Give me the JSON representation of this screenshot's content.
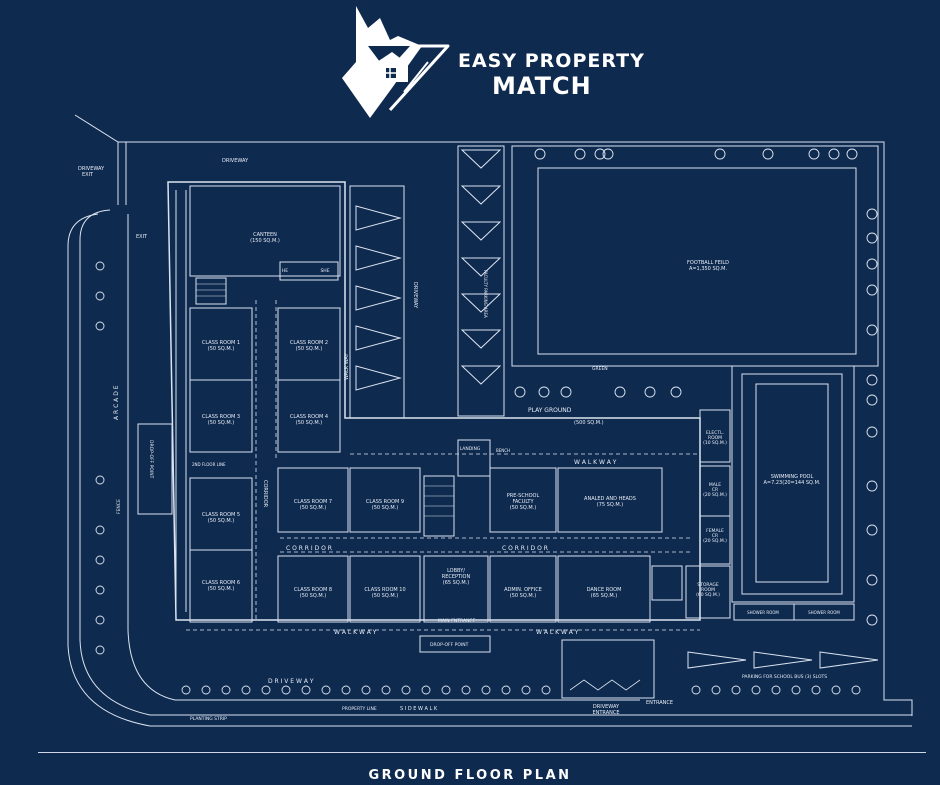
{
  "brand": {
    "line1": "EASY PROPERTY",
    "line2": "MATCH",
    "color": "#ffffff",
    "background": "#0f2a4f"
  },
  "caption": "GROUND FLOOR PLAN",
  "rooms": {
    "canteen": [
      "CANTEEN",
      "(150 SQ.M.)"
    ],
    "football": [
      "FOOTBALL FEILD",
      "A=1,350 SQ.M."
    ],
    "class1": [
      "CLASS ROOM 1",
      "(50 SQ.M.)"
    ],
    "class2": [
      "CLASS ROOM 2",
      "(50 SQ.M.)"
    ],
    "class3": [
      "CLASS ROOM 3",
      "(50 SQ.M.)"
    ],
    "class4": [
      "CLASS ROOM 4",
      "(50 SQ.M.)"
    ],
    "class5": [
      "CLASS ROOM 5",
      "(50 SQ.M.)"
    ],
    "class6": [
      "CLASS ROOM 6",
      "(50 SQ.M.)"
    ],
    "class7": [
      "CLASS ROOM 7",
      "(50 SQ.M.)"
    ],
    "class8": [
      "CLASS ROOM 8",
      "(50 SQ.M.)"
    ],
    "class9": [
      "CLASS ROOM 9",
      "(50 SQ.M.)"
    ],
    "class10": [
      "CLASS ROOM 10",
      "(50 SQ.M.)"
    ],
    "playground": [
      "PLAY GROUND",
      "(500 SQ.M.)"
    ],
    "preschool": [
      "PRE-SCHOOL",
      "FACULTY",
      "(50 SQ.M.)"
    ],
    "analed": [
      "ANALED AND HEADS",
      "(75 SQ.M.)"
    ],
    "lobby": [
      "LOBBY/",
      "RECEPTION",
      "(65 SQ.M.)"
    ],
    "admin": [
      "ADMIN. OFFICE",
      "(50 SQ.M.)"
    ],
    "dance": [
      "DANCE ROOM",
      "(65 SQ.M.)"
    ],
    "electl": [
      "ELECTL.",
      "ROOM",
      "(10 SQ.M.)"
    ],
    "malecr": [
      "MALE",
      "CR",
      "(20 SQ.M.)"
    ],
    "femalecr": [
      "FEMALE",
      "CR",
      "(20 SQ.M.)"
    ],
    "storage": [
      "STORAGE",
      "ROOM",
      "(60 SQ.M.)"
    ],
    "pool": [
      "SWIMMING POOL",
      "A=7.23(20=144 SQ.M."
    ]
  },
  "labels": {
    "driveway_exit": [
      "DRIVEWAY",
      "EXIT"
    ],
    "driveway_top": "DRIVEWAY",
    "driveway_mid": "DRIVEWAY",
    "driveway_bottom": "D R I V E W A Y",
    "driveway_entrance": [
      "DRIVEWAY",
      "ENTRANCE"
    ],
    "entrance": "ENTRANCE",
    "exit": "EXIT",
    "corridor_h1": "C O R R I D O R",
    "corridor_h2": "C O R R I D O R",
    "corridor_v": "CORRIDOR",
    "walkway_top": "W A L K   W A Y",
    "walkway_bottom1": "W A L K   W A Y",
    "walkway_bottom2": "W A L K   W A Y",
    "walkway_v": "WALK WAY",
    "arcade": "A R C A D E",
    "dropoff_left": "DROP-OFF POINT",
    "dropoff_bottom": "DROP-OFF POINT",
    "main_entrance": "MAIN ENTRANCE",
    "planting_strip": "PLANTING STRIP",
    "sidewalk": "S I D E   W A L K",
    "fence": "FENCE",
    "property_line": "PROPERTY LINE",
    "green": "GREEN",
    "bench": "BENCH",
    "landing": "LANDING",
    "parking": "PARKING FOR SCHOOL BUS (3) SLOTS",
    "faculty_parking": "FACULTY PARKING AREA",
    "shower1": "SHOWER ROOM",
    "shower2": "SHOWER ROOM",
    "floor2": "2ND FLOOR LINE",
    "he": "HE",
    "she": "SHE"
  }
}
